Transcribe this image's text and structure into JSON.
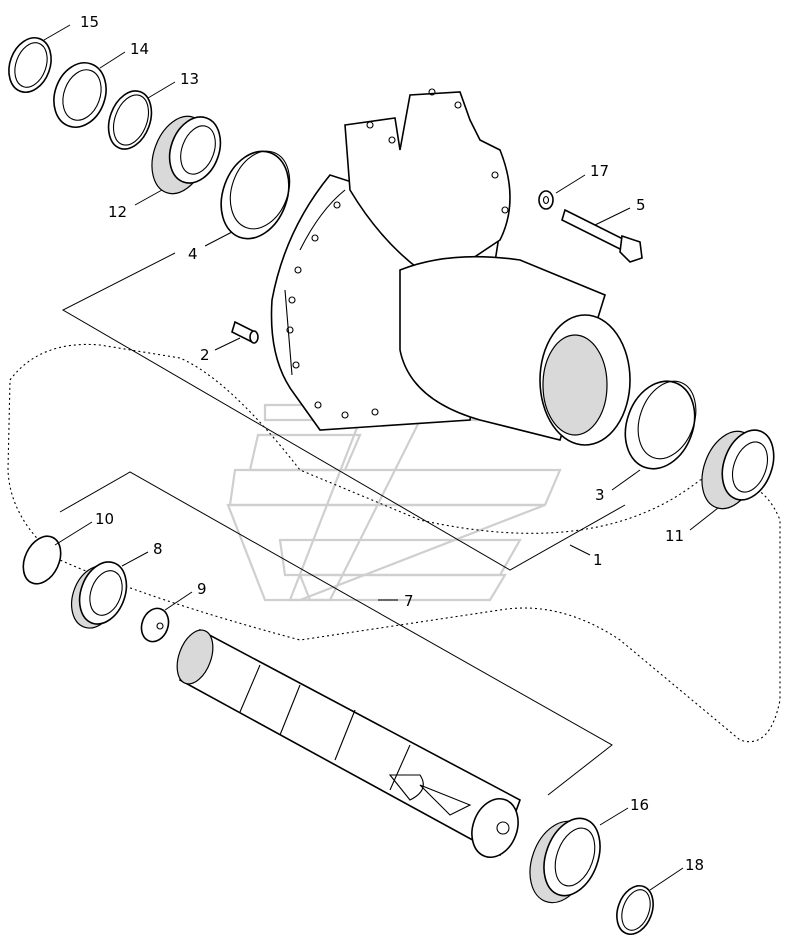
{
  "diagram": {
    "labels": [
      {
        "id": "label-15",
        "text": "15"
      },
      {
        "id": "label-14",
        "text": "14"
      },
      {
        "id": "label-13",
        "text": "13"
      },
      {
        "id": "label-12",
        "text": "12"
      },
      {
        "id": "label-4",
        "text": "4"
      },
      {
        "id": "label-17",
        "text": "17"
      },
      {
        "id": "label-5",
        "text": "5"
      },
      {
        "id": "label-2",
        "text": "2"
      },
      {
        "id": "label-3",
        "text": "3"
      },
      {
        "id": "label-11",
        "text": "11"
      },
      {
        "id": "label-1",
        "text": "1"
      },
      {
        "id": "label-10",
        "text": "10"
      },
      {
        "id": "label-8",
        "text": "8"
      },
      {
        "id": "label-9",
        "text": "9"
      },
      {
        "id": "label-7",
        "text": "7"
      },
      {
        "id": "label-16",
        "text": "16"
      },
      {
        "id": "label-18",
        "text": "18"
      }
    ]
  },
  "colors": {
    "line": "#000000",
    "background": "#ffffff",
    "watermark": "#cfcfcf"
  }
}
